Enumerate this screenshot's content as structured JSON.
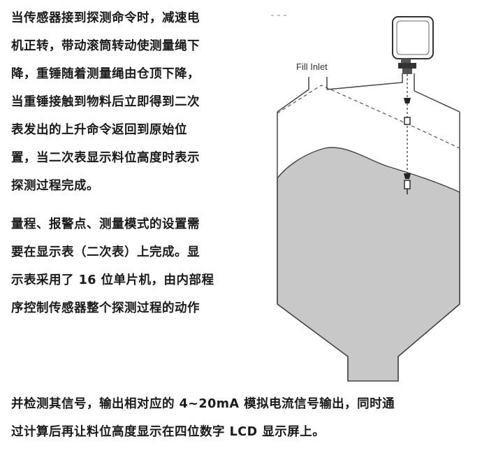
{
  "paragraph1": {
    "lines": [
      "当传感器接到探测命令时，减速电",
      "机正转，带动滚筒转动使测量绳下",
      "降，重锤随着测量绳由仓顶下降，",
      "当重锤接触到物料后立即得到二次",
      "表发出的上升命令返回到原始位",
      "置，当二次表显示料位高度时表示",
      "探测过程完成。"
    ]
  },
  "paragraph2": {
    "lines": [
      "量程、报警点、测量模式的设置需",
      "要在显示表（二次表）上完成。显",
      "示表采用了 16 位单片机，由内部程",
      "序控制传感器整个探测过程的动作"
    ],
    "full_lines": [
      "并检测其信号，输出相对应的 4~20mA 模拟电流信号输出，同时通",
      "过计算后再让料位高度显示在四位数字 LCD 显示屏上。"
    ]
  },
  "figure": {
    "fill_inlet_label": "Fill Inlet",
    "colors": {
      "material": "#c8c8c8",
      "outline": "#444444",
      "dashed": "#555555"
    }
  }
}
